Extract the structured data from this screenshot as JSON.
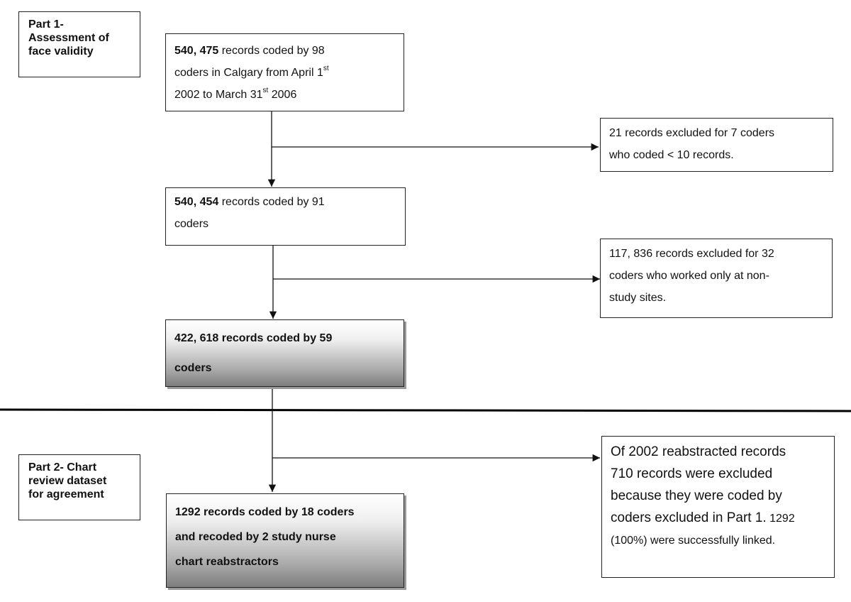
{
  "part1_label": [
    "Part 1-",
    "Assessment of",
    "face validity"
  ],
  "part2_label": [
    "Part 2- Chart",
    "review dataset",
    "for agreement"
  ],
  "box1": {
    "count": "540, 475",
    "line1_rest": " records coded by 98",
    "line2": "coders in Calgary from April 1",
    "line2_sup": "st",
    "line3_a": "2002 to March 31",
    "line3_sup": "st",
    "line3_b": " 2006"
  },
  "exclusion1": [
    "21 records excluded for 7 coders",
    "who coded < 10 records."
  ],
  "box2": {
    "count": "540, 454",
    "line1_rest": " records coded by 91",
    "line2": "coders"
  },
  "exclusion2": [
    "117, 836 records excluded for 32",
    "coders who worked only at non-",
    "study sites."
  ],
  "box3": [
    "422, 618 records coded by 59",
    "coders"
  ],
  "box4": [
    "1292 records coded by 18 coders",
    "and recoded by 2 study nurse",
    "chart reabstractors"
  ],
  "exclusion3": {
    "lines": [
      "Of 2002 reabstracted records",
      "710 records were excluded",
      "because they were coded by"
    ],
    "line4_a": "coders excluded in Part 1.",
    "line4_b": " 1292",
    "line5": "(100%) were successfully linked."
  }
}
